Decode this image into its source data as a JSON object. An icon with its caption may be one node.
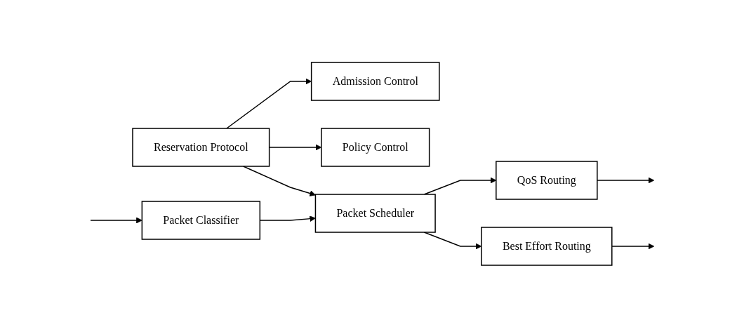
{
  "diagram": {
    "nodes": [
      {
        "text": [
          "Reservation Protocol"
        ]
      },
      {
        "text": [
          "Admission Control"
        ]
      },
      {
        "text": [
          "Policy Control"
        ]
      },
      {
        "text": [
          "Packet Classifier"
        ]
      },
      {
        "text": [
          "Packet Scheduler"
        ]
      },
      {
        "text": [
          "QoS Routing"
        ]
      },
      {
        "text": [
          "Best Effort Routing"
        ]
      }
    ],
    "edges": [
      {
        "from": 0,
        "to": 1,
        "arrow": "to"
      },
      {
        "from": 0,
        "to": 2,
        "arrow": "to"
      },
      {
        "from": 0,
        "to": 4,
        "arrow": "to"
      },
      {
        "from": null,
        "to": 3,
        "arrow": "to"
      },
      {
        "from": 3,
        "to": 4,
        "arrow": "to"
      },
      {
        "from": 4,
        "to": 5,
        "arrow": "to"
      },
      {
        "from": 4,
        "to": 6,
        "arrow": "to"
      },
      {
        "from": 5,
        "to": null,
        "arrow": "to"
      },
      {
        "from": 6,
        "to": null,
        "arrow": "to"
      }
    ]
  }
}
